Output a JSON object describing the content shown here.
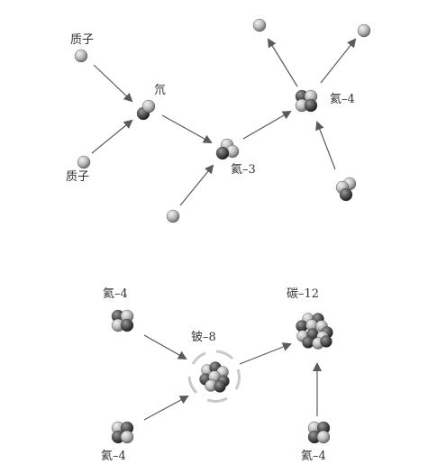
{
  "top": {
    "proton_label_1": "质子",
    "proton_label_2": "质子",
    "deuterium_label": "氘",
    "helium3_label": "氦–3",
    "helium4_label": "氦–4"
  },
  "bottom": {
    "helium4_label_left_top": "氦–4",
    "beryllium8_label": "铍–8",
    "carbon12_label": "碳–12",
    "helium4_label_left_bottom": "氦–4",
    "helium4_label_right_bottom": "氦–4"
  },
  "colors": {
    "proton_light": "#c8c8c8",
    "proton_dark": "#6e6e6e",
    "neutron_light": "#7a7a7a",
    "neutron_dark": "#262626",
    "arrow": "#5a5a5a"
  }
}
